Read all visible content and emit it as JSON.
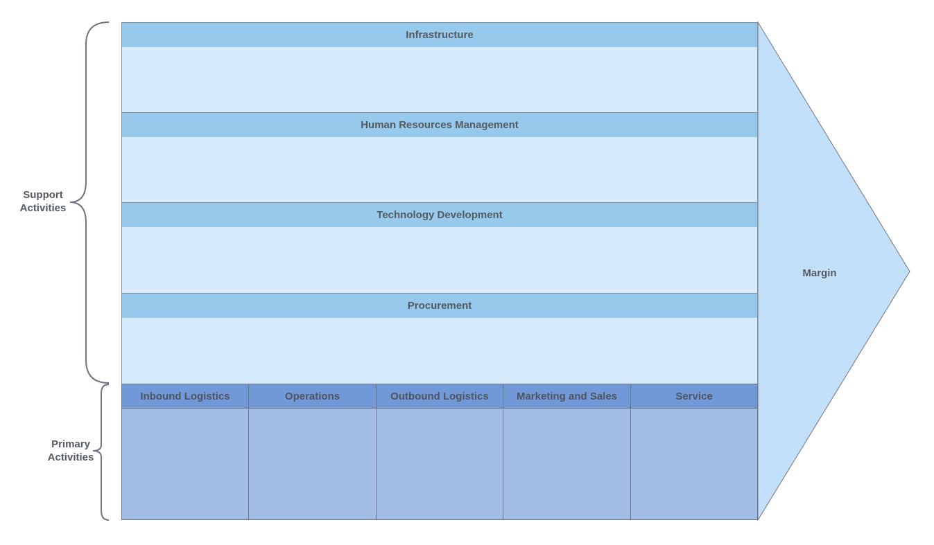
{
  "diagram": {
    "support_activities_label": "Support\nActivities",
    "primary_activities_label": "Primary\nActivities",
    "margin_label": "Margin",
    "support_rows": [
      {
        "label": "Infrastructure"
      },
      {
        "label": "Human Resources Management"
      },
      {
        "label": "Technology Development"
      },
      {
        "label": "Procurement"
      }
    ],
    "primary_columns": [
      {
        "label": "Inbound Logistics"
      },
      {
        "label": "Operations"
      },
      {
        "label": "Outbound Logistics"
      },
      {
        "label": "Marketing and Sales"
      },
      {
        "label": "Service"
      }
    ],
    "colors": {
      "support_header": "#96c9ec",
      "support_body": "#d6ebfc",
      "primary_header": "#7199d8",
      "primary_body": "#a2bde6",
      "margin_arrow": "#c2e0fa"
    }
  }
}
